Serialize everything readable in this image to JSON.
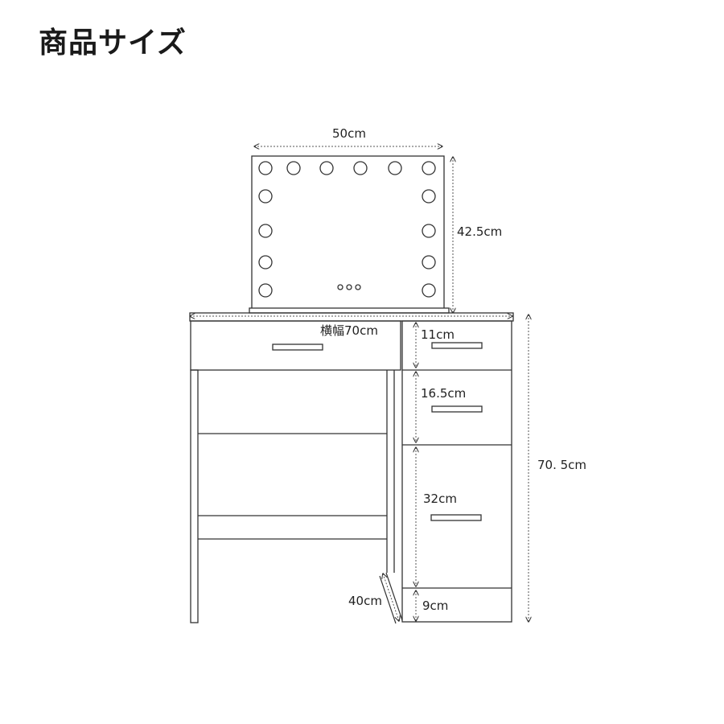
{
  "title": "商品サイズ",
  "labels": {
    "mirror_width": "50cm",
    "mirror_height": "42.5cm",
    "desk_width": "横幅70cm",
    "drawer_1": "11cm",
    "drawer_2": "16.5cm",
    "drawer_3": "32cm",
    "base": "9cm",
    "desk_height": "70. 5cm",
    "depth": "40cm"
  },
  "colors": {
    "line": "#333333",
    "dim": "#555555",
    "background": "#ffffff"
  }
}
